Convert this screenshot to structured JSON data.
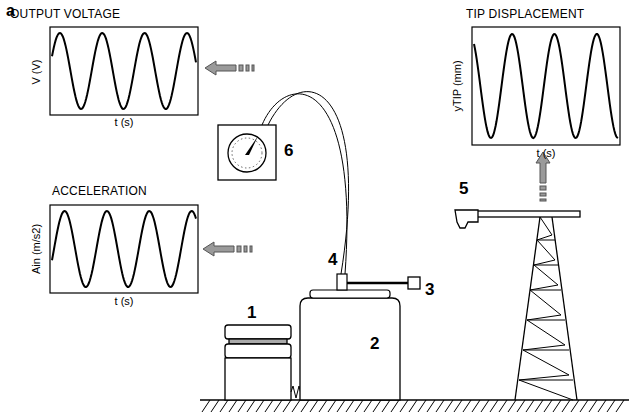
{
  "diagram": {
    "nodes": [
      {
        "text": [
          "OUTPUT VOLTAGE",
          "V (V)",
          "t (s)"
        ]
      },
      {
        "text": [
          "TIP DISPLACEMENT",
          "yTIP (mm)",
          "t (s)"
        ]
      },
      {
        "text": [
          "ACCELERATION",
          "Ain (m/s2)",
          "t (s)"
        ]
      }
    ],
    "labels": [
      "a",
      "6",
      "4",
      "3",
      "5",
      "1",
      "2"
    ]
  }
}
